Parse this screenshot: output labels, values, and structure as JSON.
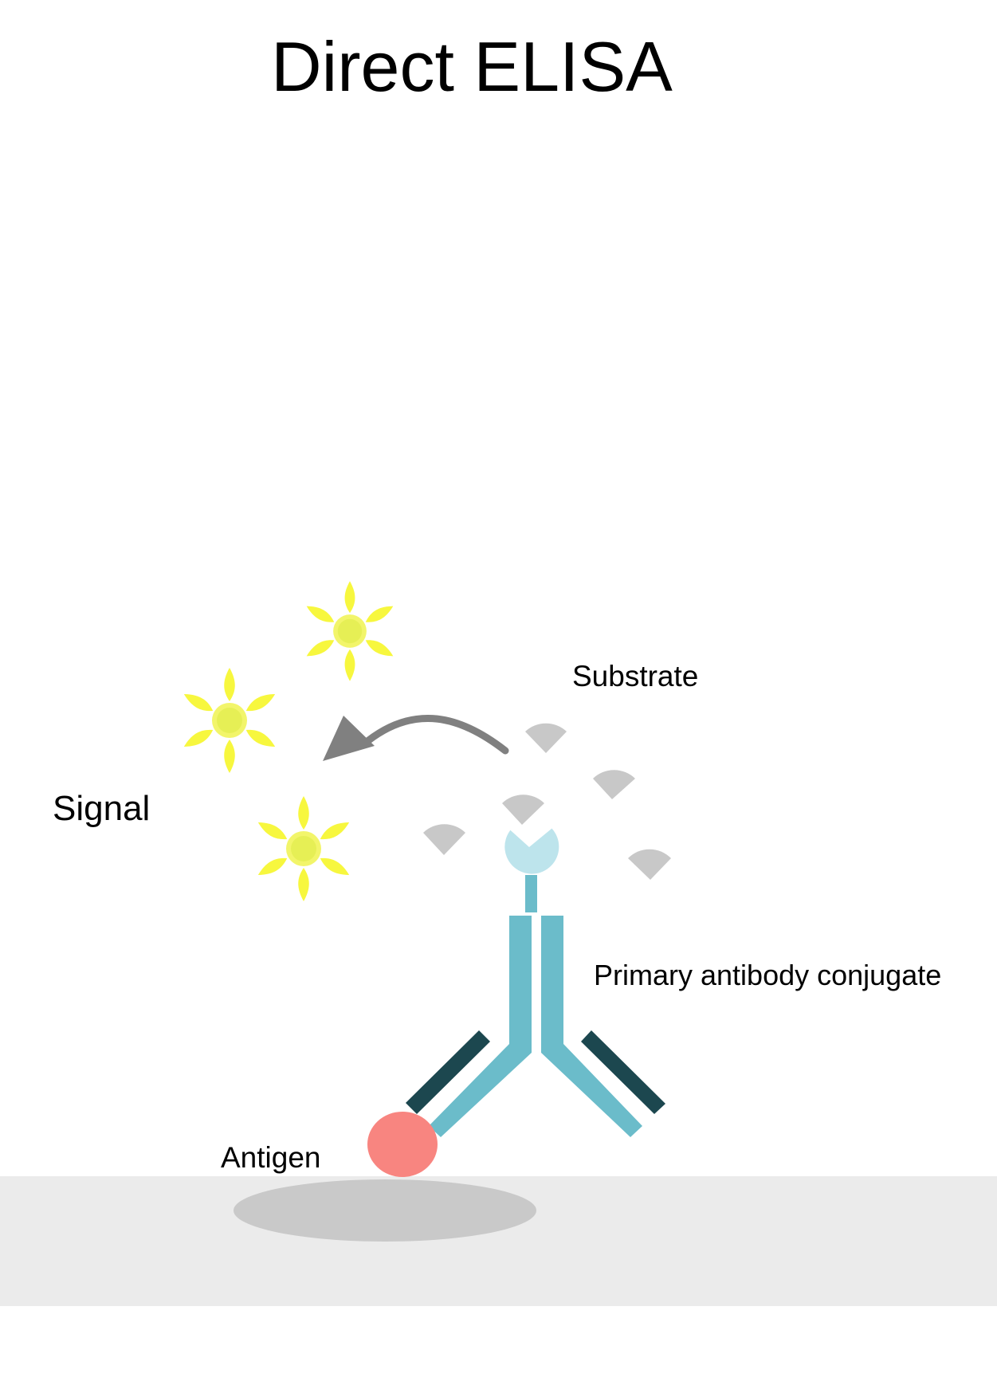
{
  "title": "Direct ELISA",
  "labels": {
    "substrate": "Substrate",
    "signal": "Signal",
    "primary_antibody": "Primary antibody conjugate",
    "antigen": "Antigen"
  },
  "colors": {
    "plate": "#ebebeb",
    "well_shadow": "#c9c9c9",
    "antigen": "#f88580",
    "heavy_chain": "#6bbcca",
    "light_chain": "#1c474f",
    "enzyme": "#bde4ec",
    "substrate": "#c8c8c8",
    "arrow": "#808080",
    "signal_petal": "#f7f73e",
    "signal_center": "#e6ef55"
  },
  "icons": {
    "signal": "sun-burst-icon",
    "substrate": "wedge-icon",
    "arrow": "curved-arrow-icon"
  }
}
